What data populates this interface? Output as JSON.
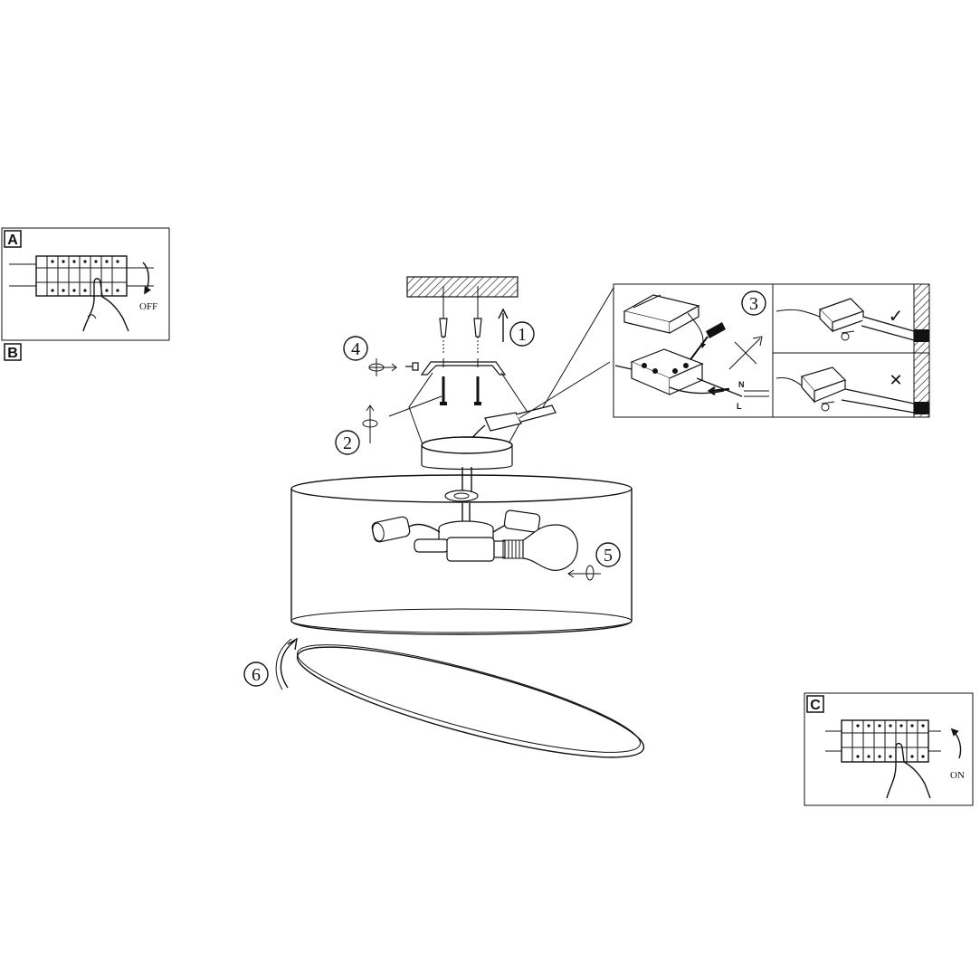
{
  "panels": {
    "a": {
      "letter": "A",
      "switch_label": "OFF"
    },
    "b": {
      "letter": "B"
    },
    "c": {
      "letter": "C",
      "switch_label": "ON"
    }
  },
  "steps": [
    "1",
    "2",
    "3",
    "4",
    "5",
    "6"
  ],
  "wiring": {
    "neutral": "N",
    "live": "L",
    "correct_mark": "✓",
    "incorrect_mark": "✕"
  }
}
